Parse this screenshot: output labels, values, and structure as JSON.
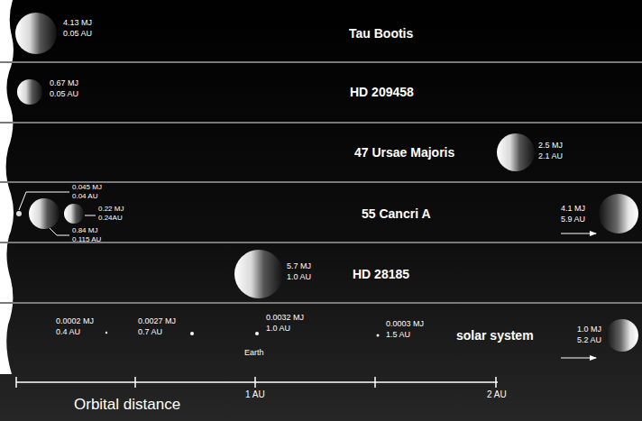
{
  "diagram": {
    "nodes": [
      {
        "text": [
          "Tau Bootis"
        ]
      },
      {
        "text": [
          "HD 209458"
        ]
      },
      {
        "text": [
          "47 Ursae Majoris"
        ]
      },
      {
        "text": [
          "55 Cancri A"
        ]
      },
      {
        "text": [
          "HD 28185"
        ]
      },
      {
        "text": [
          "solar system"
        ]
      }
    ],
    "labels": [
      "4.13 MJ",
      "0.05 AU",
      "0.67 MJ",
      "0.05 AU",
      "2.5 MJ",
      "2.1 AU",
      "0.045 MJ",
      "0.04 AU",
      "0.22 MJ",
      "0.24AU",
      "0.84 MJ",
      "0.115 AU",
      "4.1 MJ",
      "5.9 AU",
      "5.7 MJ",
      "1.0 AU",
      "0.0002 MJ",
      "0.4 AU",
      "0.0027 MJ",
      "0.7 AU",
      "0.0032 MJ",
      "1.0 AU",
      "Earth",
      "0.0003 MJ",
      "1.5 AU",
      "1.0 MJ",
      "5.2 AU",
      "Orbital distance",
      "1 AU",
      "2 AU"
    ]
  }
}
